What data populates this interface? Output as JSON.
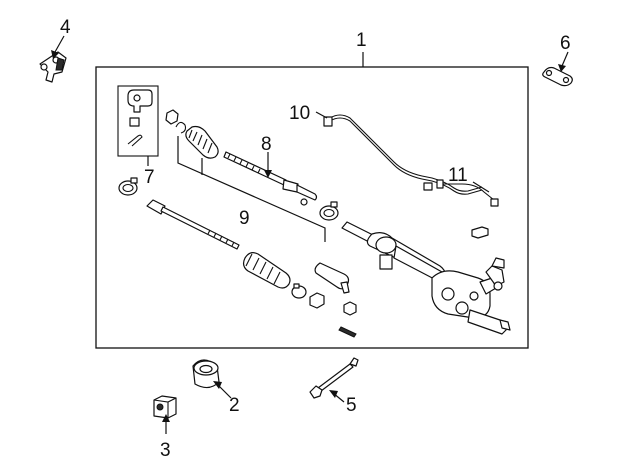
{
  "colors": {
    "ink": "#111111",
    "background": "#ffffff",
    "fill_dark": "#2b2b2b"
  },
  "callouts": {
    "c1": "1",
    "c2": "2",
    "c3": "3",
    "c4": "4",
    "c5": "5",
    "c6": "6",
    "c7": "7",
    "c8": "8",
    "c9": "9",
    "c10": "10",
    "c11": "11"
  }
}
